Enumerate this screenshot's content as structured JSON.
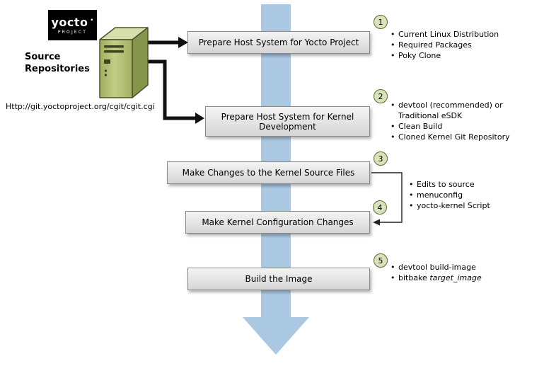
{
  "logo": {
    "brand": "yocto",
    "dot": "·",
    "sub": "PROJECT"
  },
  "source": {
    "title_line1": "Source",
    "title_line2": "Repositories",
    "url": "Http://git.yoctoproject.org/cgit/cgit.cgi"
  },
  "steps": [
    {
      "num": "1",
      "title": "Prepare Host System for Yocto Project",
      "bullets": [
        "Current Linux Distribution",
        "Required Packages",
        "Poky Clone"
      ]
    },
    {
      "num": "2",
      "title": "Prepare Host System for Kernel Development",
      "bullets": [
        "devtool (recommended) or Traditional eSDK",
        "Clean Build",
        "Cloned Kernel Git Repository"
      ]
    },
    {
      "num": "3",
      "title": "Make Changes to the Kernel Source Files"
    },
    {
      "num": "4",
      "title": "Make Kernel Configuration Changes"
    },
    {
      "num": "5",
      "title": "Build the Image",
      "bullets": [
        "devtool build-image"
      ],
      "bitbake_prefix": "bitbake ",
      "bitbake_italic": "target_image"
    }
  ],
  "shared_bullets_steps_3_4": [
    "Edits to source",
    "menuconfig",
    "yocto-kernel Script"
  ],
  "colors": {
    "flow_arrow_blue": "#abc8e2",
    "box_border": "#8a8a8a",
    "circle_fill": "#d9e2ba",
    "circle_border": "#5a6b33",
    "server_green": "#b1bd70",
    "logo_background": "#000000"
  }
}
